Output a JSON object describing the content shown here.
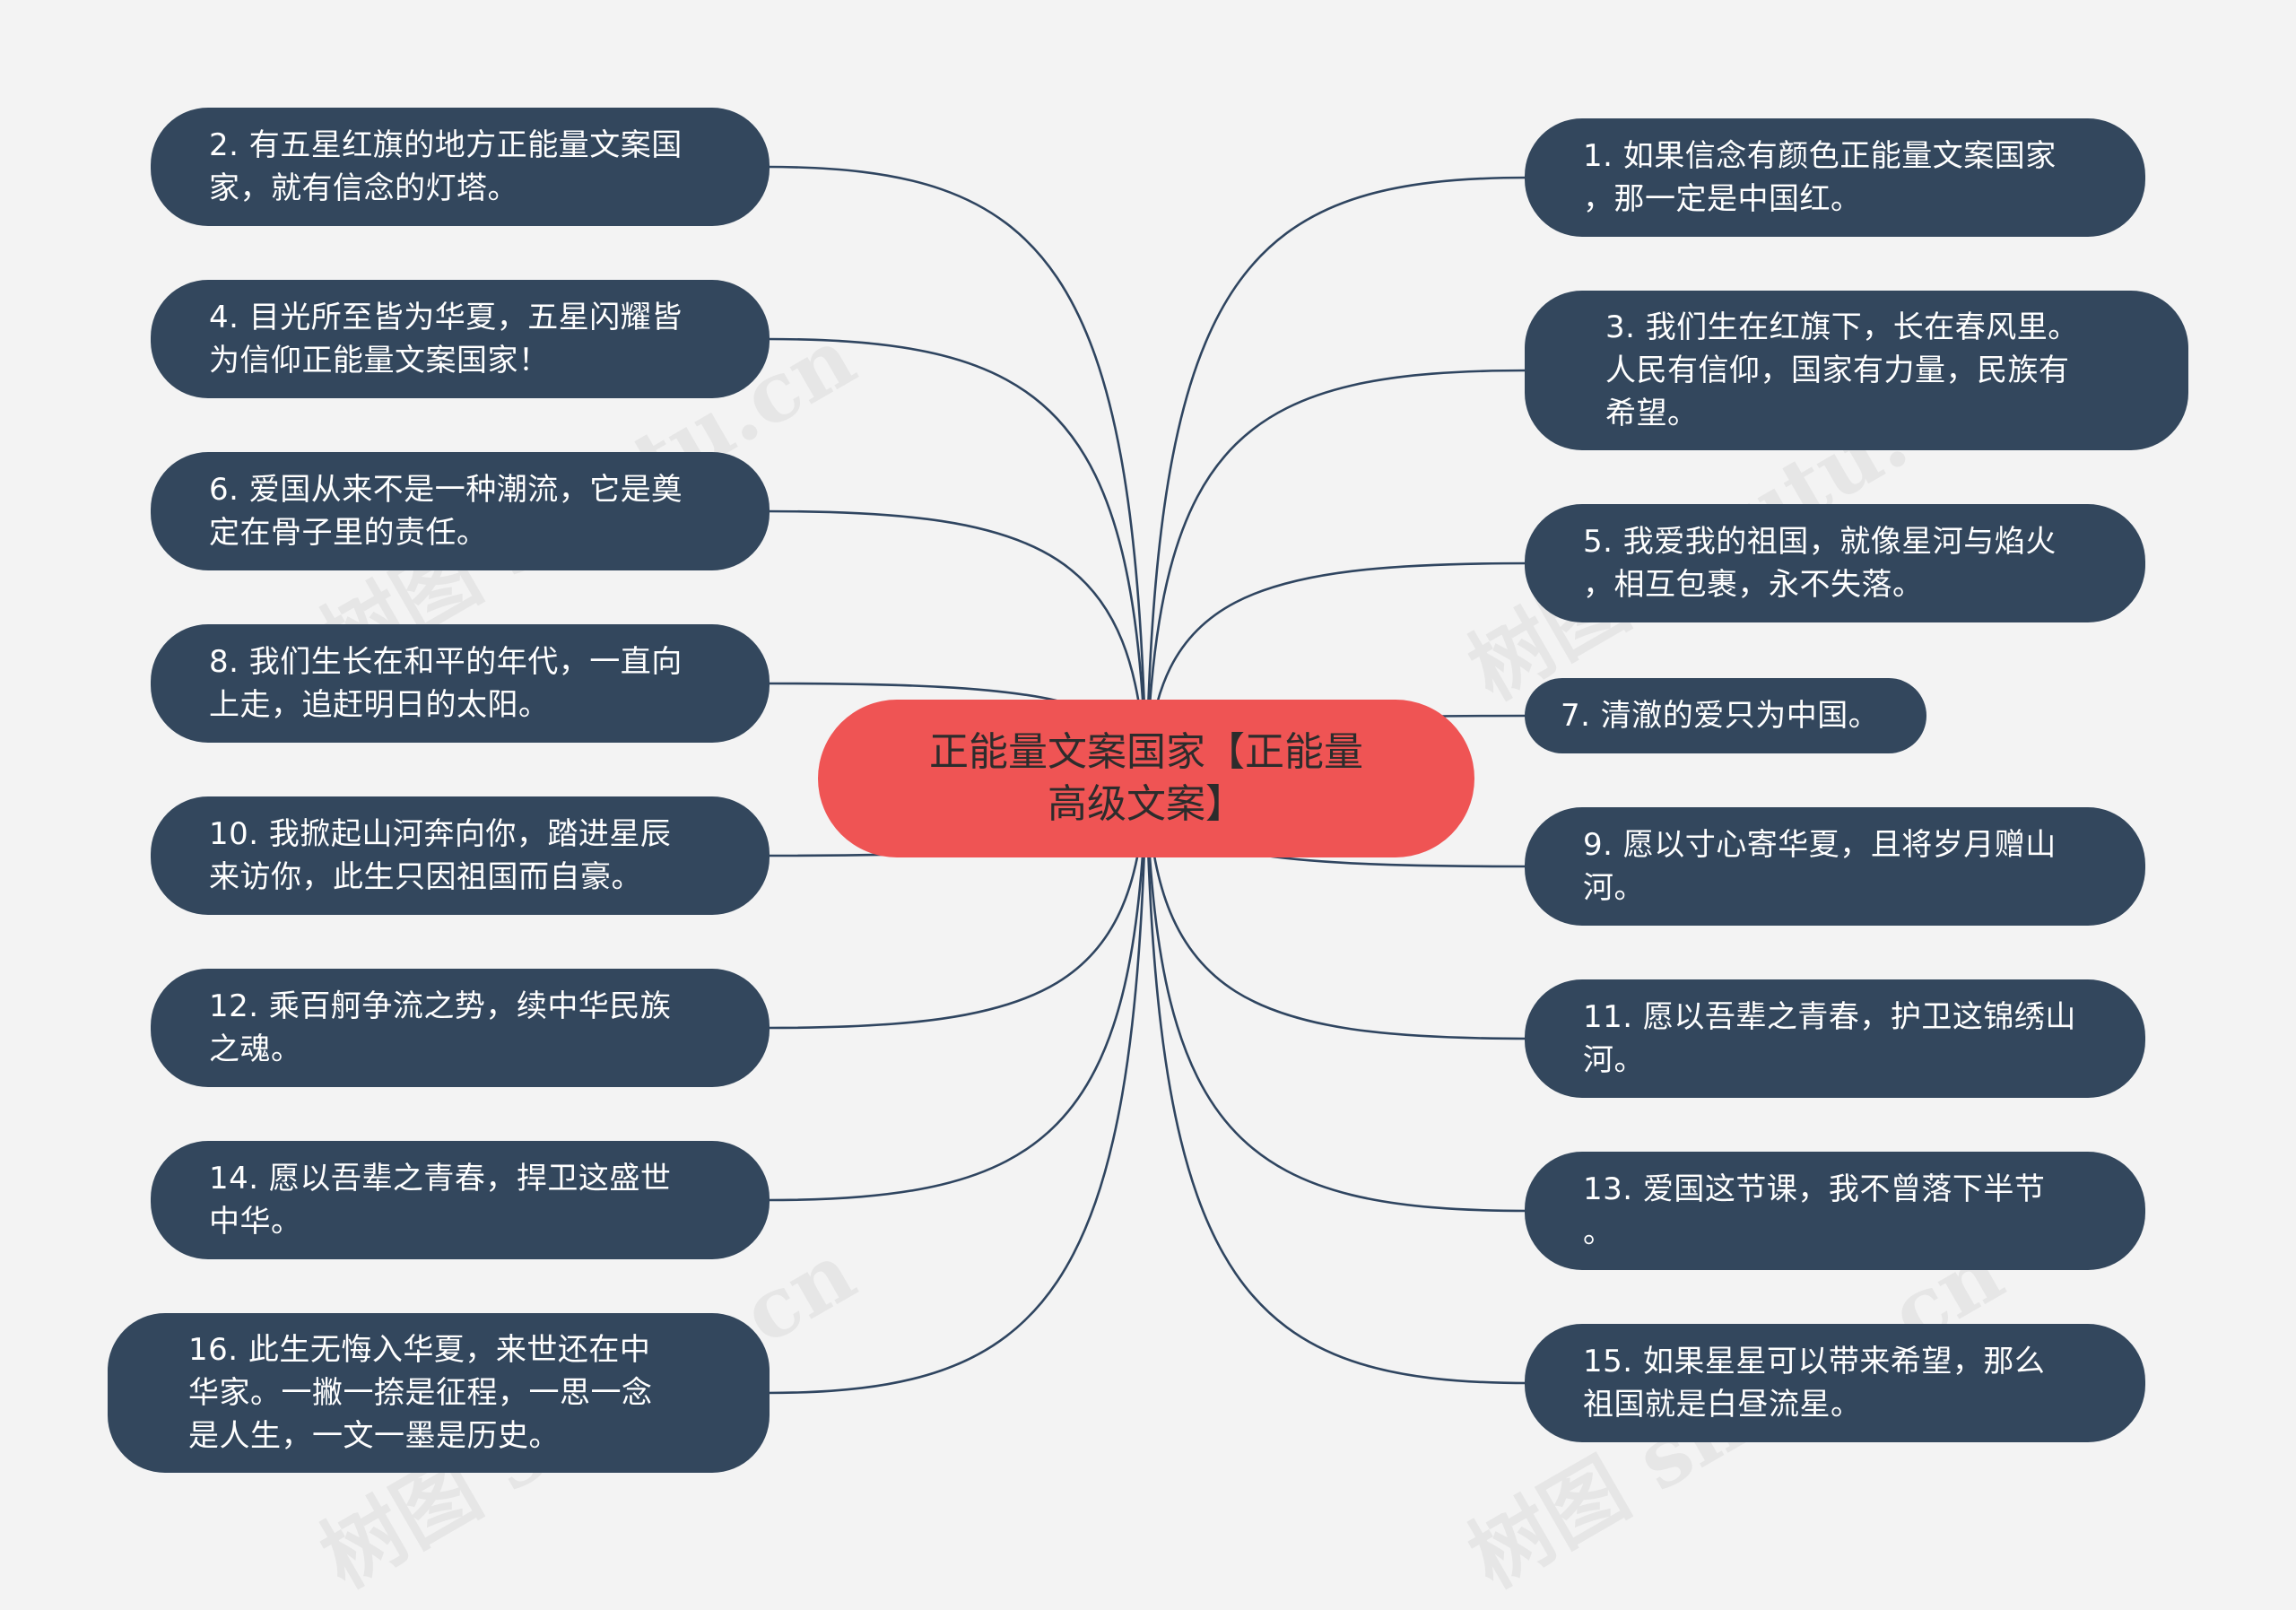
{
  "center": "正能量文案国家【正能量\n高级文案】",
  "left_nodes": [
    "2. 有五星红旗的地方正能量文案国\n家，就有信念的灯塔。",
    "4. 目光所至皆为华夏，五星闪耀皆\n为信仰正能量文案国家！",
    "6. 爱国从来不是一种潮流，它是奠\n定在骨子里的责任。",
    "8. 我们生长在和平的年代，一直向\n上走，追赶明日的太阳。",
    "10. 我掀起山河奔向你，踏进星辰\n来访你，此生只因祖国而自豪。",
    "12. 乘百舸争流之势，续中华民族\n之魂。",
    "14. 愿以吾辈之青春，捍卫这盛世\n中华。",
    "16. 此生无悔入华夏，来世还在中\n华家。一撇一捺是征程，一思一念\n是人生，一文一墨是历史。"
  ],
  "right_nodes": [
    "1. 如果信念有颜色正能量文案国家\n，那一定是中国红。",
    "3. 我们生在红旗下，长在春风里。\n人民有信仰，国家有力量，民族有\n希望。",
    "5. 我爱我的祖国，就像星河与焰火\n，相互包裹，永不失落。",
    "7. 清澈的爱只为中国。",
    "9. 愿以寸心寄华夏，且将岁月赠山\n河。",
    "11. 愿以吾辈之青春，护卫这锦绣山\n河。",
    "13. 爱国这节课，我不曾落下半节\n。",
    "15. 如果星星可以带来希望，那么\n祖国就是白昼流星。"
  ],
  "watermarks": [
    "树图 shutu.cn",
    "树图 shutu.cn",
    "树图 shutu.cn",
    "树图 shutu.cn"
  ],
  "colors": {
    "background": "#f3f3f3",
    "node": "#33475d",
    "center": "#ef5454",
    "link": "#2f4560"
  }
}
